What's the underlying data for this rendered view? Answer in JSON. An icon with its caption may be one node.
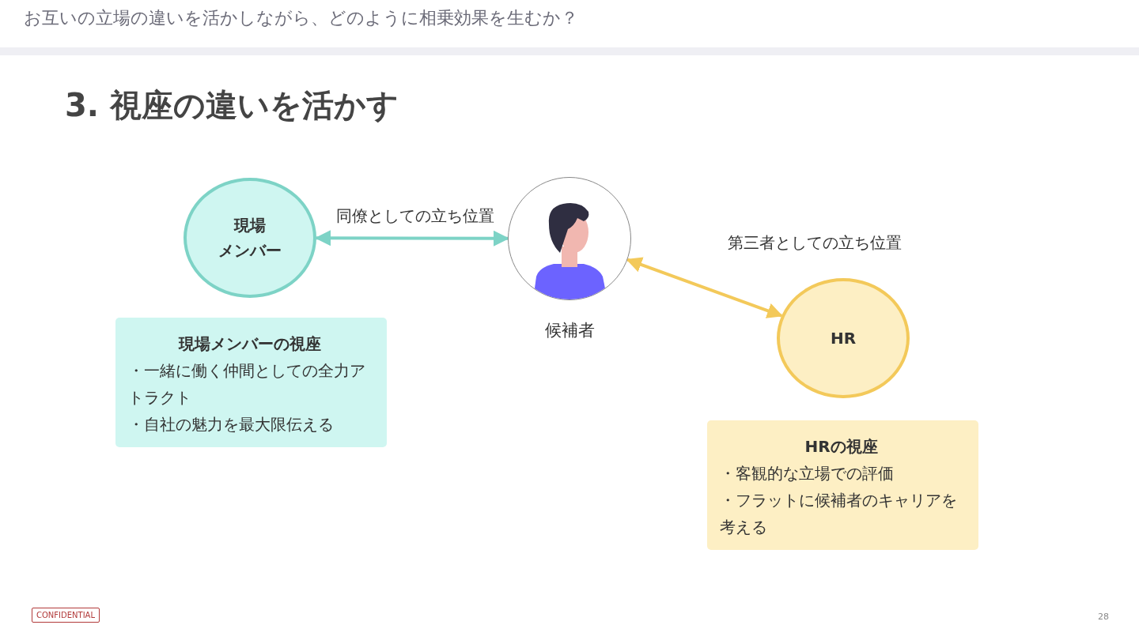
{
  "diagram": {
    "title": "3. 視座の違いを活かす",
    "nodes": [
      {
        "text": [
          "現場",
          "メンバー"
        ]
      },
      {
        "text": [],
        "shape": "person",
        "beside": [
          "候補者"
        ]
      },
      {
        "text": [
          "HR"
        ]
      },
      {
        "text": [
          "現場メンバーの視座",
          "・一緒に働く仲間としての全力アトラクト",
          "・自社の魅力を最大限伝える"
        ]
      },
      {
        "text": [
          "HRの視座",
          "・客観的な立場での評価",
          "・フラットに候補者のキャリアを考える"
        ]
      }
    ],
    "edges": [
      {
        "from": 0,
        "to": 1,
        "arrow": "both",
        "label": "同僚としての立ち位置",
        "color": "#7dd3c6"
      },
      {
        "from": 1,
        "to": 2,
        "arrow": "both",
        "label": "第三者としての立ち位置",
        "color": "#f3c95a"
      }
    ],
    "labels": [
      "お互いの立場の違いを活かしながら、どのように相乗効果を生むか？",
      "CONFIDENTIAL",
      "28"
    ]
  }
}
